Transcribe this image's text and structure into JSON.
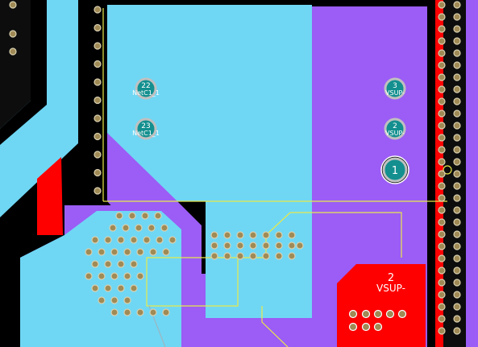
{
  "colors": {
    "background": "#000000",
    "copper_top": "#6fd7f4",
    "copper_inner": "#9b5df5",
    "copper_bottom": "#ff0000",
    "silkscreen": "#e8e84a",
    "via_fill": "#a08a55",
    "pad_ring": "#c0c0c0",
    "pad_fill": "#138f8f"
  },
  "pads": [
    {
      "number": "22",
      "net": "NetC1_1"
    },
    {
      "number": "23",
      "net": "NetC1_1"
    },
    {
      "number": "3",
      "net": "VSUP-"
    },
    {
      "number": "2",
      "net": "VSUP-"
    },
    {
      "number": "1",
      "net": ""
    }
  ],
  "component_label": {
    "number": "2",
    "net": "VSUP-"
  }
}
